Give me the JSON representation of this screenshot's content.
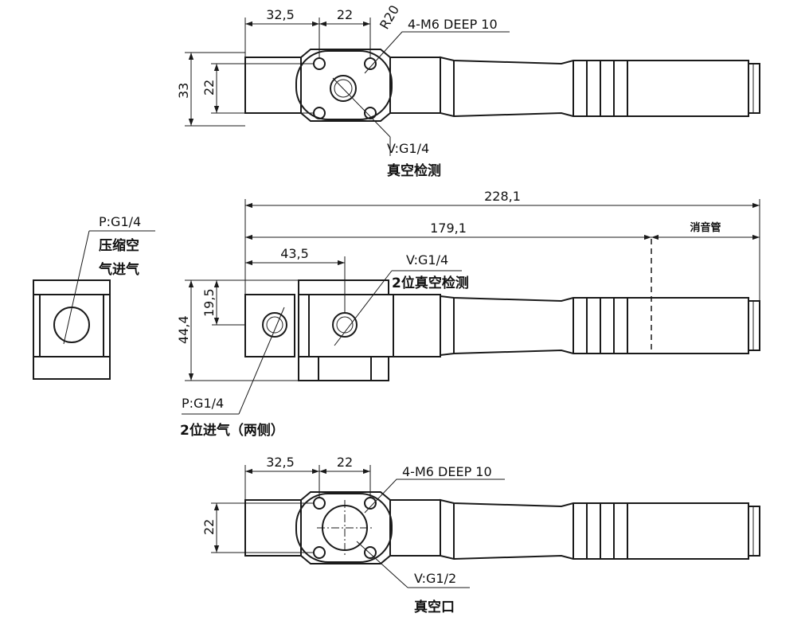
{
  "top_view": {
    "dim_width_a": "32,5",
    "dim_width_b": "22",
    "dim_radius": "R20",
    "dim_height_outer": "33",
    "dim_height_inner": "22",
    "thread_callout": "4-M6 DEEP 10",
    "port_label": "V:G1/4",
    "port_desc": "真空检测"
  },
  "side_view": {
    "port_p_label": "P:G1/4",
    "port_p_desc_line1": "压缩空",
    "port_p_desc_line2": "气进气"
  },
  "front_view": {
    "dim_total_length": "228,1",
    "dim_length_to_silencer": "179,1",
    "silencer_label": "消音管",
    "dim_port_spacing": "43,5",
    "dim_port_height": "19,5",
    "dim_total_height": "44,4",
    "port_v_label": "V:G1/4",
    "port_v_desc": "2位真空检测",
    "port_p_label": "P:G1/4",
    "port_p_desc": "2位进气（两侧）"
  },
  "bottom_view": {
    "dim_width_a": "32,5",
    "dim_width_b": "22",
    "dim_height": "22",
    "thread_callout": "4-M6 DEEP 10",
    "port_label": "V:G1/2",
    "port_desc": "真空口"
  }
}
